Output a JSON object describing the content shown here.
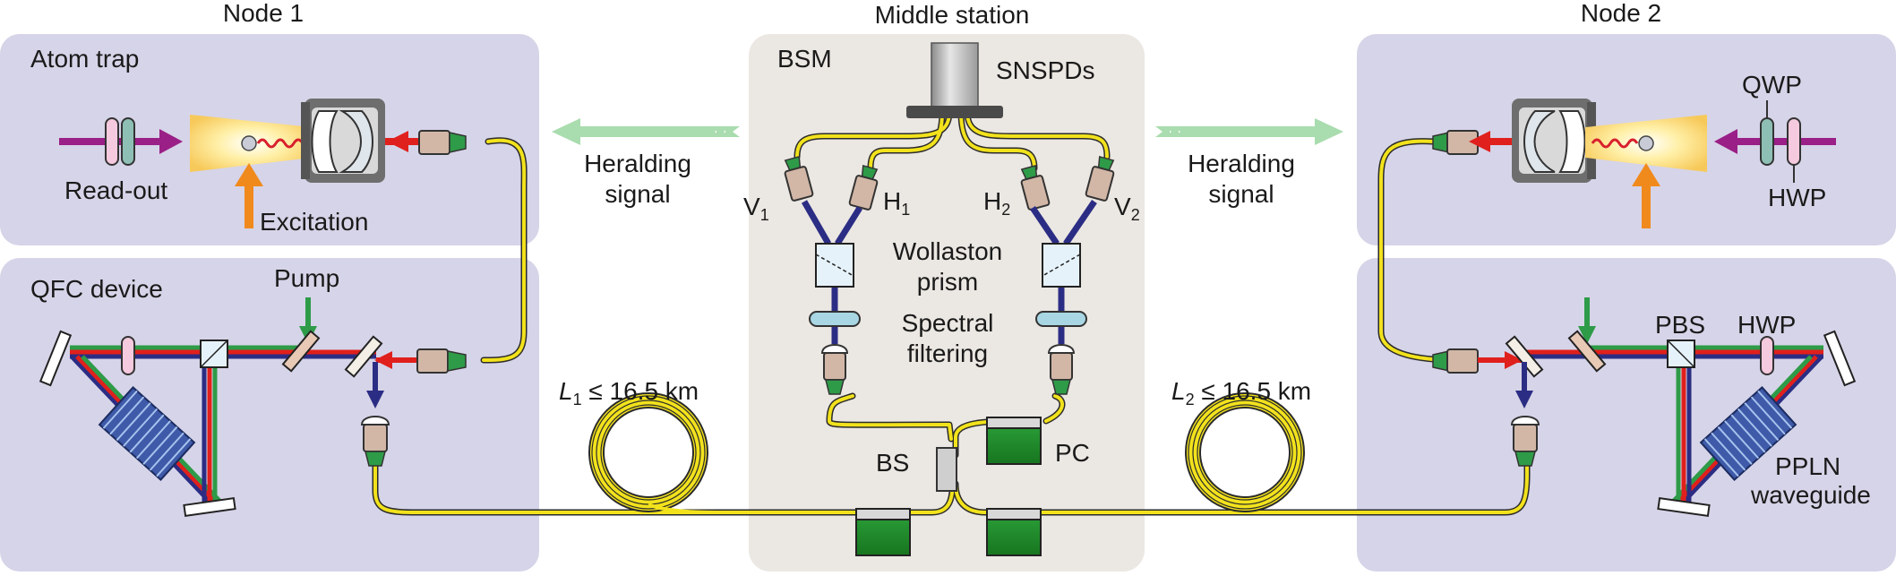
{
  "titles": {
    "node1": "Node 1",
    "middle": "Middle station",
    "node2": "Node 2"
  },
  "node1": {
    "atom_trap": "Atom trap",
    "readout": "Read-out",
    "excitation": "Excitation",
    "qfc_device": "QFC device",
    "pump": "Pump"
  },
  "middle": {
    "bsm": "BSM",
    "snspds": "SNSPDs",
    "v1": "V",
    "v1_sub": "1",
    "h1": "H",
    "h1_sub": "1",
    "h2": "H",
    "h2_sub": "2",
    "v2": "V",
    "v2_sub": "2",
    "wollaston_1": "Wollaston",
    "wollaston_2": "prism",
    "spectral_1": "Spectral",
    "spectral_2": "filtering",
    "bs": "BS",
    "pc": "PC"
  },
  "heralding": {
    "left_1": "Heralding",
    "left_2": "signal",
    "right_1": "Heralding",
    "right_2": "signal"
  },
  "fibers": {
    "l1_var": "L",
    "l1_sub": "1",
    "l1_rest": " ≤ 16.5 km",
    "l2_var": "L",
    "l2_sub": "2",
    "l2_rest": " ≤ 16.5 km"
  },
  "node2": {
    "qwp": "QWP",
    "hwp_top": "HWP",
    "pbs": "PBS",
    "hwp": "HWP",
    "ppln_1": "PPLN",
    "ppln_2": "waveguide"
  },
  "colors": {
    "panel_node": "#d6d4e8",
    "panel_middle": "#ebe7e2",
    "fiber": "#f2e21c",
    "beam_red": "#e0201c",
    "beam_green": "#2e9b48",
    "beam_blue": "#2b2d84",
    "magenta": "#9a1f87",
    "orange": "#f08a1c",
    "herald_arrow": "#a9dcae",
    "pc_box": "#1f8a2e"
  }
}
